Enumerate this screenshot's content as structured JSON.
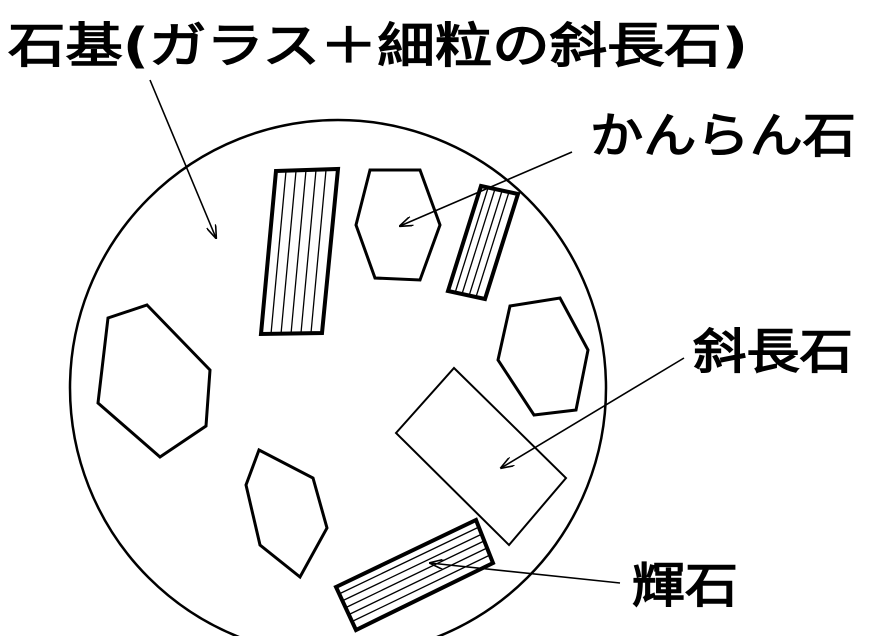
{
  "labels": {
    "groundmass": "石基(ガラス＋細粒の斜長石)",
    "olivine": "かんらん石",
    "plagioclase": "斜長石",
    "pyroxene": "輝石"
  },
  "colors": {
    "stroke": "#000000",
    "background": "#ffffff"
  }
}
